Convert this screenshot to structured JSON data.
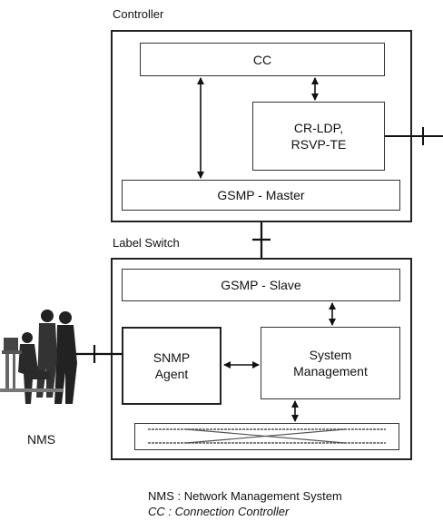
{
  "controller": {
    "title": "Controller",
    "cc": "CC",
    "crldp_line1": "CR-LDP,",
    "crldp_line2": "RSVP-TE",
    "gsmp_master": "GSMP - Master"
  },
  "label_switch": {
    "title": "Label Switch",
    "gsmp_slave": "GSMP - Slave",
    "snmp_line1": "SNMP",
    "snmp_line2": "Agent",
    "sysmgmt_line1": "System",
    "sysmgmt_line2": "Management"
  },
  "nms": {
    "label": "NMS"
  },
  "legend": {
    "line1": "NMS : Network Management System",
    "line2": "CC : Connection Controller"
  }
}
